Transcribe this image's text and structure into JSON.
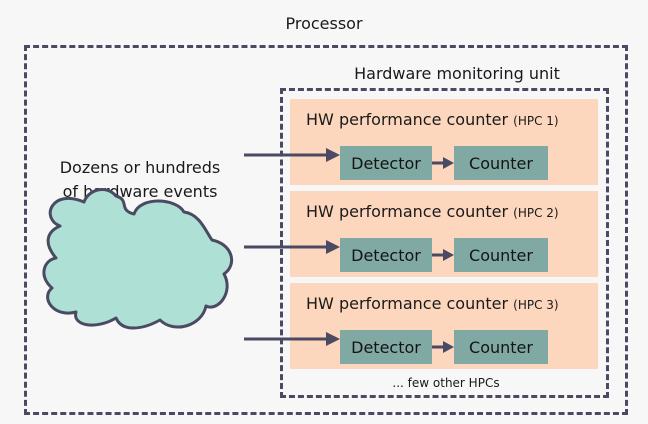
{
  "processor": {
    "title": "Processor"
  },
  "monitoring_unit": {
    "title": "Hardware monitoring unit"
  },
  "events": {
    "line1": "Dozens or hundreds",
    "line2": "of hardware events"
  },
  "counters": [
    {
      "title": "HW performance counter",
      "tag": "(HPC 1)",
      "detector": "Detector",
      "counter": "Counter"
    },
    {
      "title": "HW performance counter",
      "tag": "(HPC 2)",
      "detector": "Detector",
      "counter": "Counter"
    },
    {
      "title": "HW performance counter",
      "tag": "(HPC 3)",
      "detector": "Detector",
      "counter": "Counter"
    }
  ],
  "more": "... few other HPCs",
  "colors": {
    "counter_bg": "#fcd7bd",
    "block_bg": "#80a9a4",
    "cloud_fill": "#aee0d5",
    "border": "#4a4a62",
    "arrow": "#4a4a62"
  }
}
